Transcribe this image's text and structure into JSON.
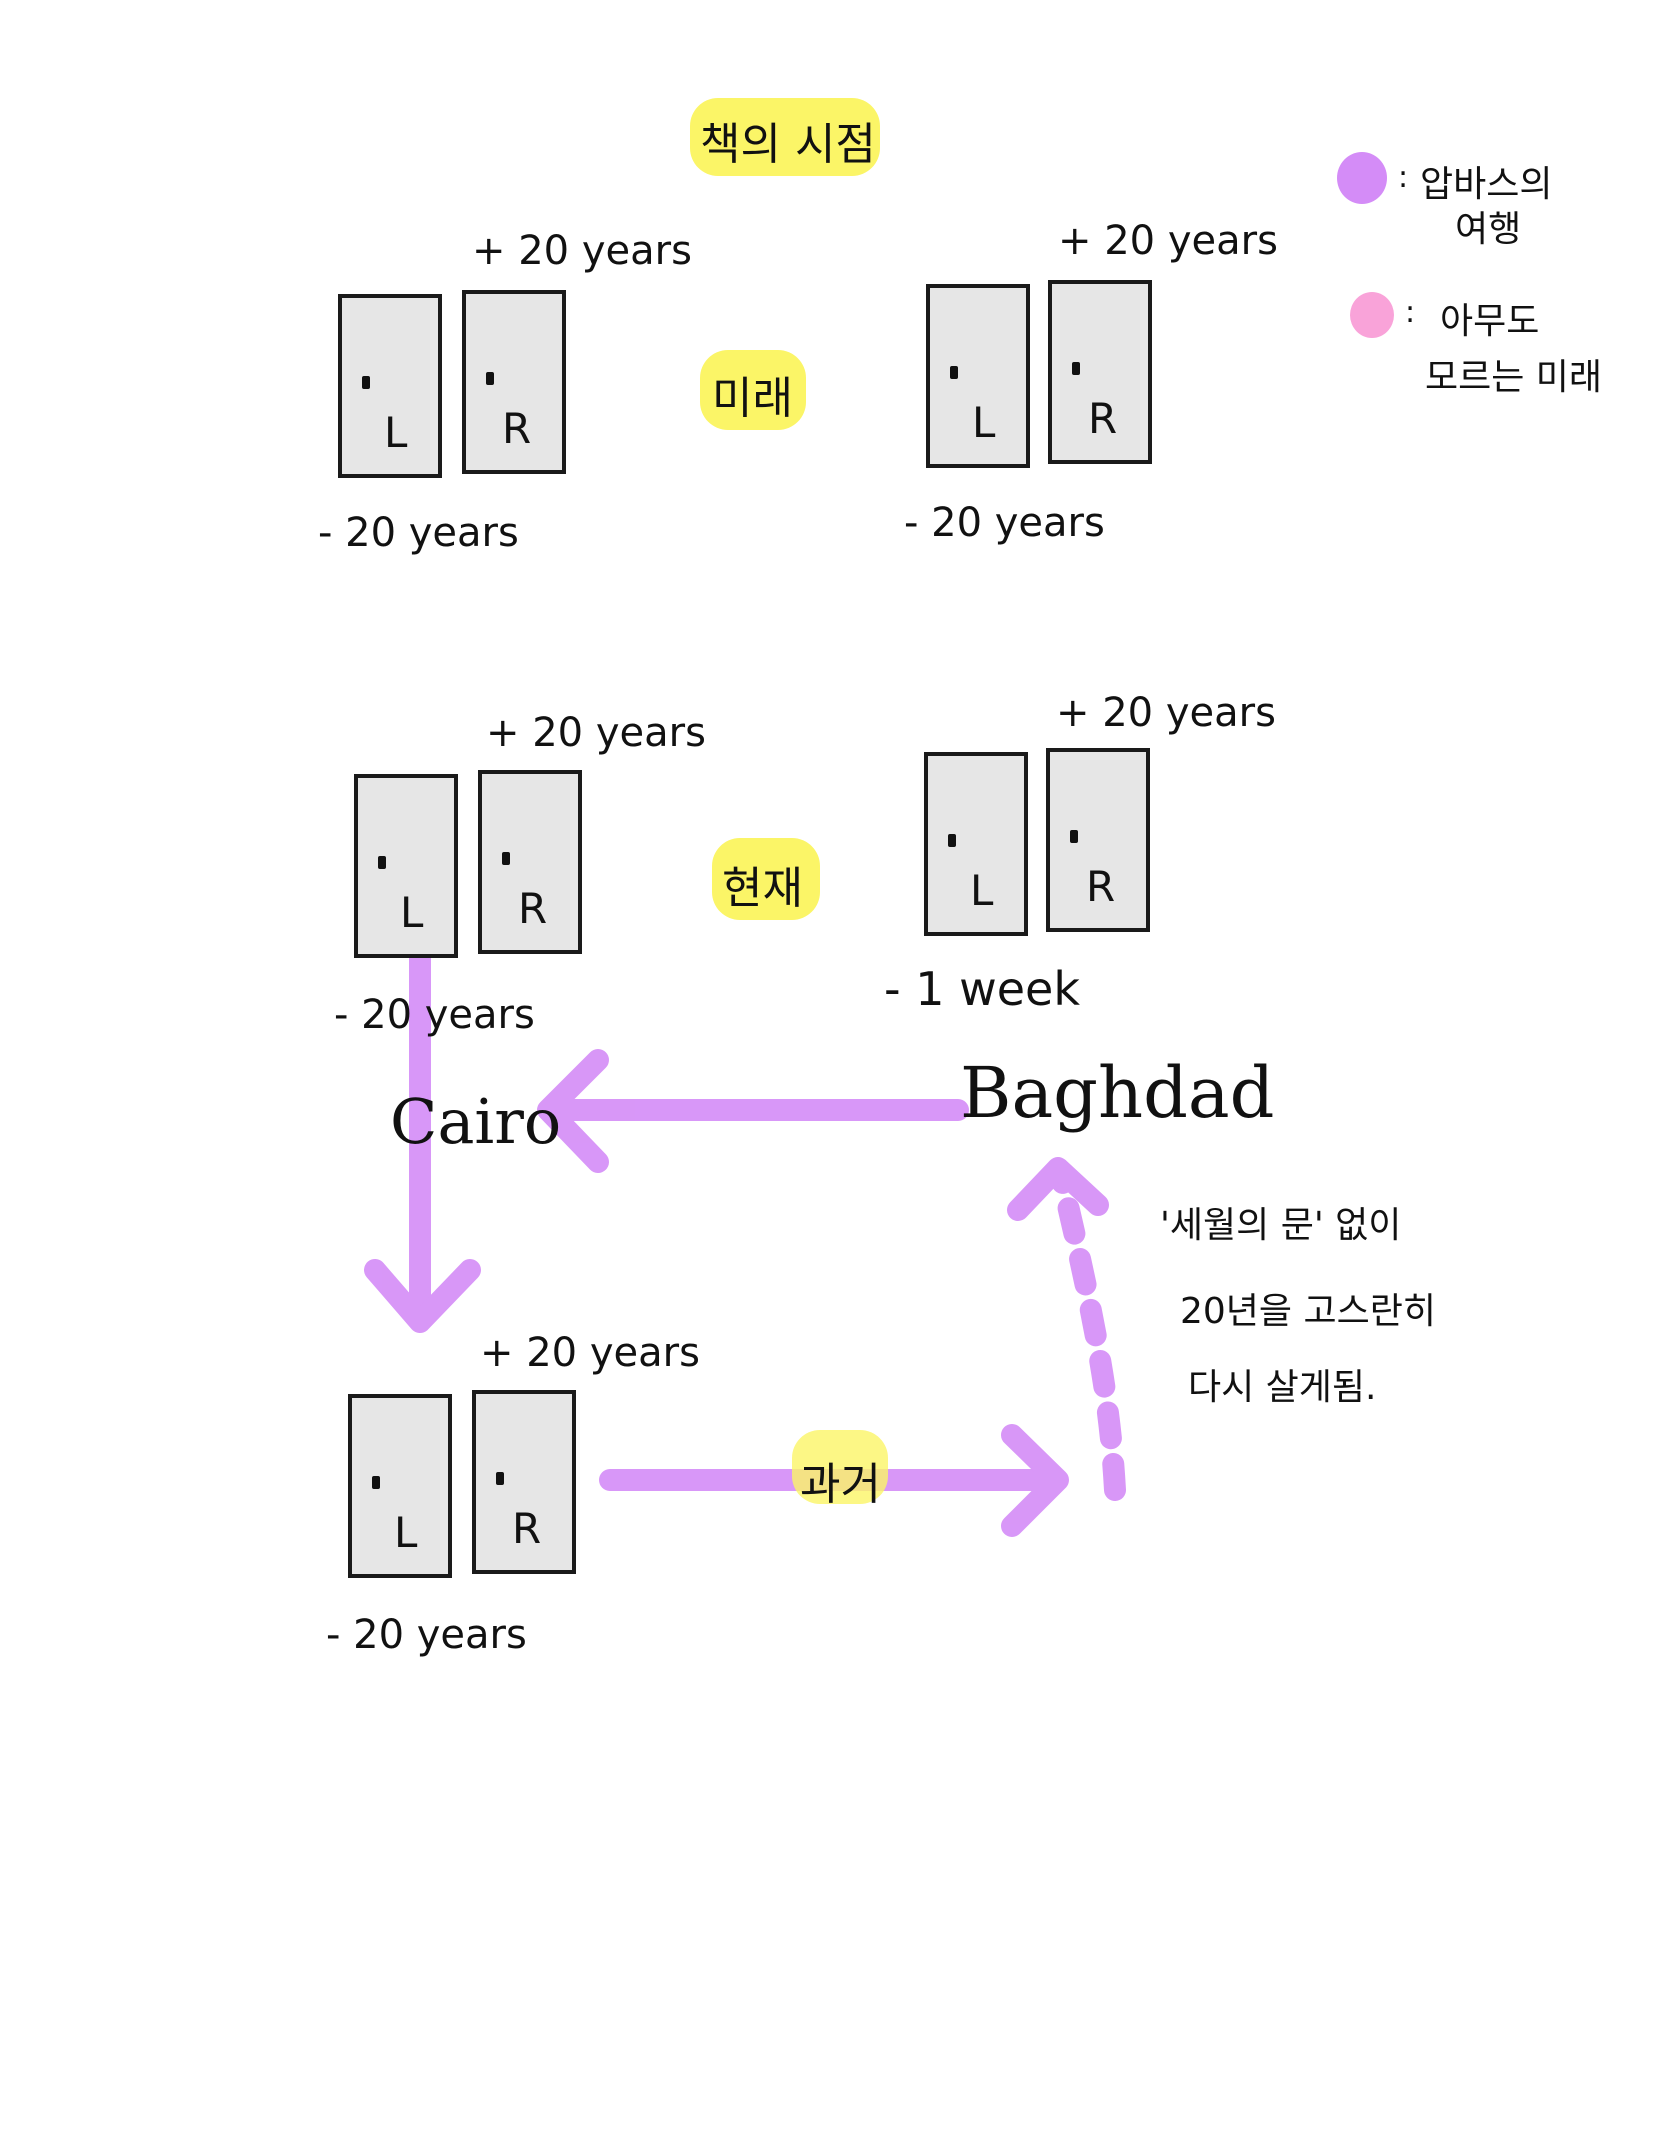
{
  "colors": {
    "highlight": "#fbf567",
    "travel_arrow": "#d48cf7",
    "unknown_future": "#f9a3d9",
    "door_fill": "#e6e6e6",
    "door_stroke": "#1a1a1a"
  },
  "headings": {
    "book_view": "책의 시점",
    "future": "미래",
    "present": "현재",
    "past": "과거"
  },
  "legend": {
    "travel_sep": ":",
    "travel_label_line1": "압바스의",
    "travel_label_line2": "여행",
    "unknown_sep": ":",
    "unknown_label_line1": "아무도",
    "unknown_label_line2": "모르는 미래"
  },
  "door_groups": [
    {
      "left_letter": "L",
      "right_letter": "R",
      "top_label": "+ 20 years",
      "bottom_label": "- 20 years"
    },
    {
      "left_letter": "L",
      "right_letter": "R",
      "top_label": "+ 20 years",
      "bottom_label": "- 20 years"
    },
    {
      "left_letter": "L",
      "right_letter": "R",
      "top_label": "+ 20 years",
      "bottom_label": "- 20 years"
    },
    {
      "left_letter": "L",
      "right_letter": "R",
      "top_label": "+ 20 years",
      "bottom_label": "- 1 week"
    },
    {
      "left_letter": "L",
      "right_letter": "R",
      "top_label": "+ 20 years",
      "bottom_label": "- 20 years"
    }
  ],
  "cities": {
    "cairo": "Cairo",
    "baghdad": "Baghdad"
  },
  "note": {
    "line1": "'세월의 문' 없이",
    "line2": "20년을 고스란히",
    "line3": "다시 살게됨."
  }
}
